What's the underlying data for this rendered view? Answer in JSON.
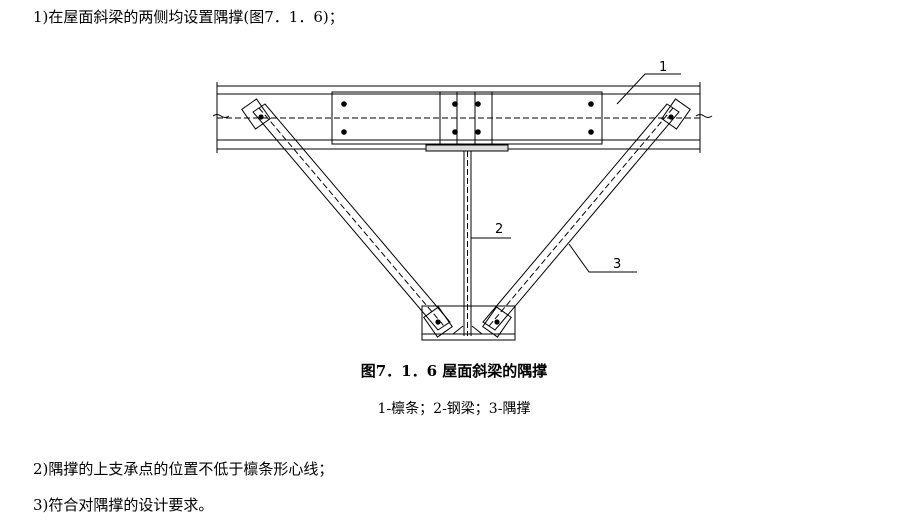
{
  "text": {
    "line1": "1)在屋面斜梁的两侧均设置隅撑(图7．1．6)；",
    "line2": "2)隅撑的上支承点的位置不低于檩条形心线；",
    "line3": "3)符合对隅撑的设计要求。"
  },
  "figure": {
    "caption": "图7．1．6 屋面斜梁的隅撑",
    "legend": "1-檩条；2-钢梁；3-隅撑",
    "labels": [
      "1",
      "2",
      "3"
    ]
  }
}
